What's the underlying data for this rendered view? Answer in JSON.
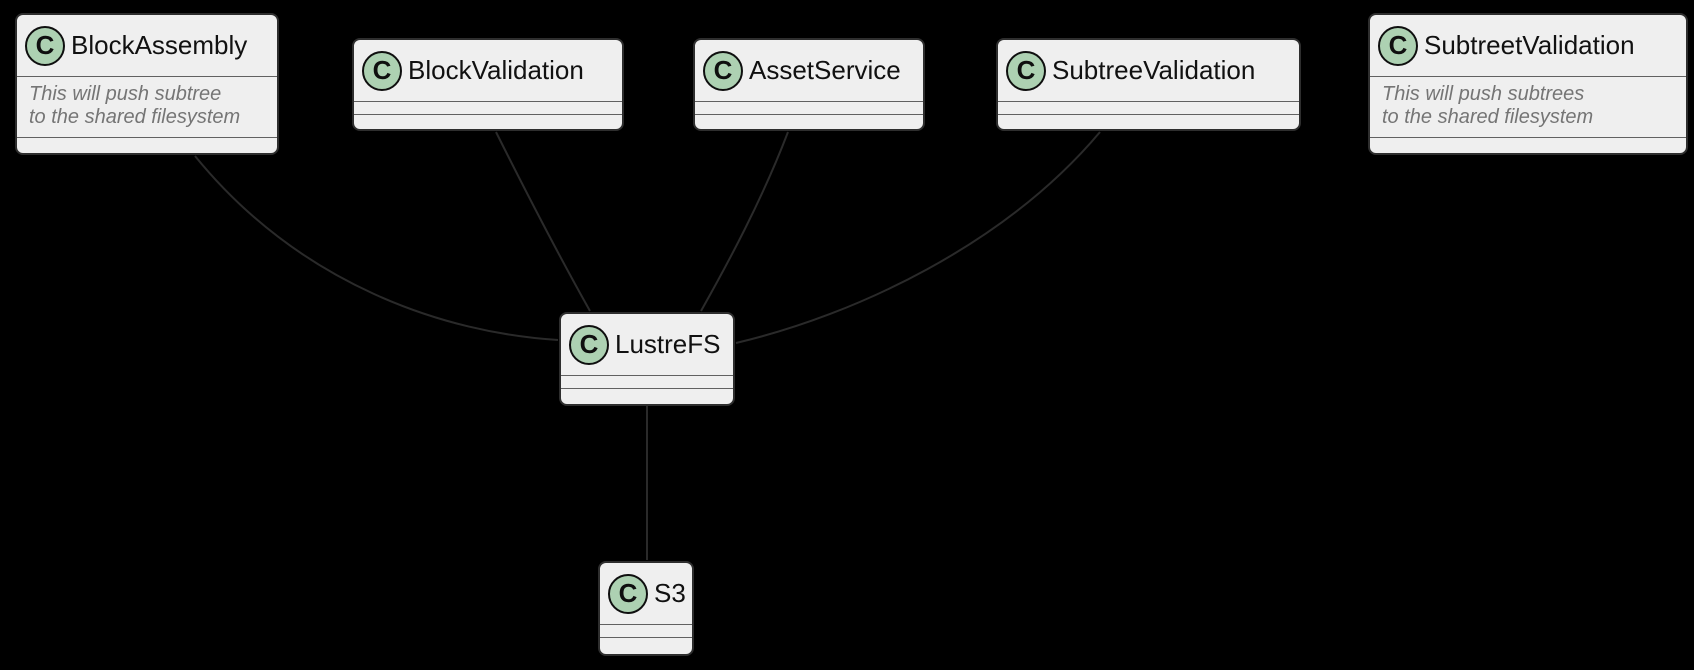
{
  "diagram": {
    "type": "class-diagram",
    "background_color": "#000000",
    "node_fill_color": "#efefef",
    "node_border_color": "#2e2e2e",
    "divider_color": "#616161",
    "edge_color": "#2a2a2a",
    "badge_fill_color": "#ADD1B2",
    "note_text_color": "#757575"
  },
  "classes": {
    "block_assembly": {
      "badge": "C",
      "name": "BlockAssembly",
      "note_line1": "This will push subtree",
      "note_line2": "to the shared filesystem"
    },
    "block_validation": {
      "badge": "C",
      "name": "BlockValidation"
    },
    "asset_service": {
      "badge": "C",
      "name": "AssetService"
    },
    "subtree_validation": {
      "badge": "C",
      "name": "SubtreeValidation"
    },
    "subtreet_validation": {
      "badge": "C",
      "name": "SubtreetValidation",
      "note_line1": "This will push subtrees",
      "note_line2": "to the shared filesystem"
    },
    "lustre_fs": {
      "badge": "C",
      "name": "LustreFS"
    },
    "s3": {
      "badge": "C",
      "name": "S3"
    }
  },
  "edges": [
    {
      "from": "BlockAssembly",
      "to": "LustreFS"
    },
    {
      "from": "BlockValidation",
      "to": "LustreFS"
    },
    {
      "from": "AssetService",
      "to": "LustreFS"
    },
    {
      "from": "SubtreeValidation",
      "to": "LustreFS"
    },
    {
      "from": "LustreFS",
      "to": "S3"
    }
  ]
}
